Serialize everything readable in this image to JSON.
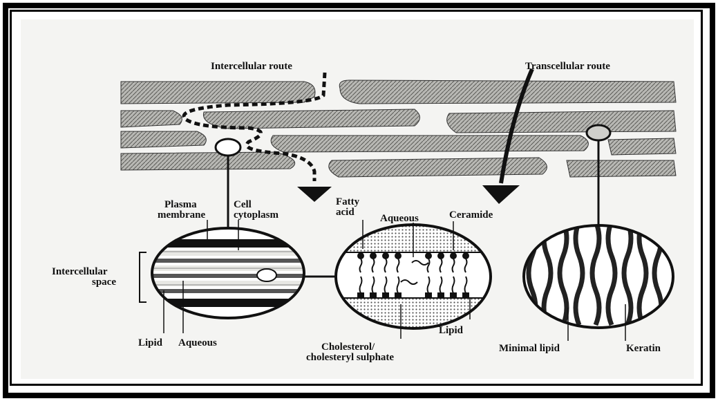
{
  "routes": {
    "intercellular": "Intercellular route",
    "transcellular": "Transcellular route"
  },
  "left_circle": {
    "plasma_membrane": [
      "Plasma",
      "membrane"
    ],
    "cell_cytoplasm": [
      "Cell",
      "cytoplasm"
    ],
    "intercellular_space": [
      "Intercellular",
      "space"
    ],
    "lipid": "Lipid",
    "aqueous": "Aqueous"
  },
  "middle_circle": {
    "fatty_acid": [
      "Fatty",
      "acid"
    ],
    "aqueous": "Aqueous",
    "ceramide": "Ceramide",
    "cholesterol": [
      "Cholesterol/",
      "cholesteryl sulphate"
    ],
    "lipid": "Lipid"
  },
  "right_circle": {
    "minimal_lipid": "Minimal lipid",
    "keratin": "Keratin"
  },
  "colors": {
    "ink": "#111111",
    "cell_fill": "#9a9a96",
    "background": "#f4f4f2"
  }
}
